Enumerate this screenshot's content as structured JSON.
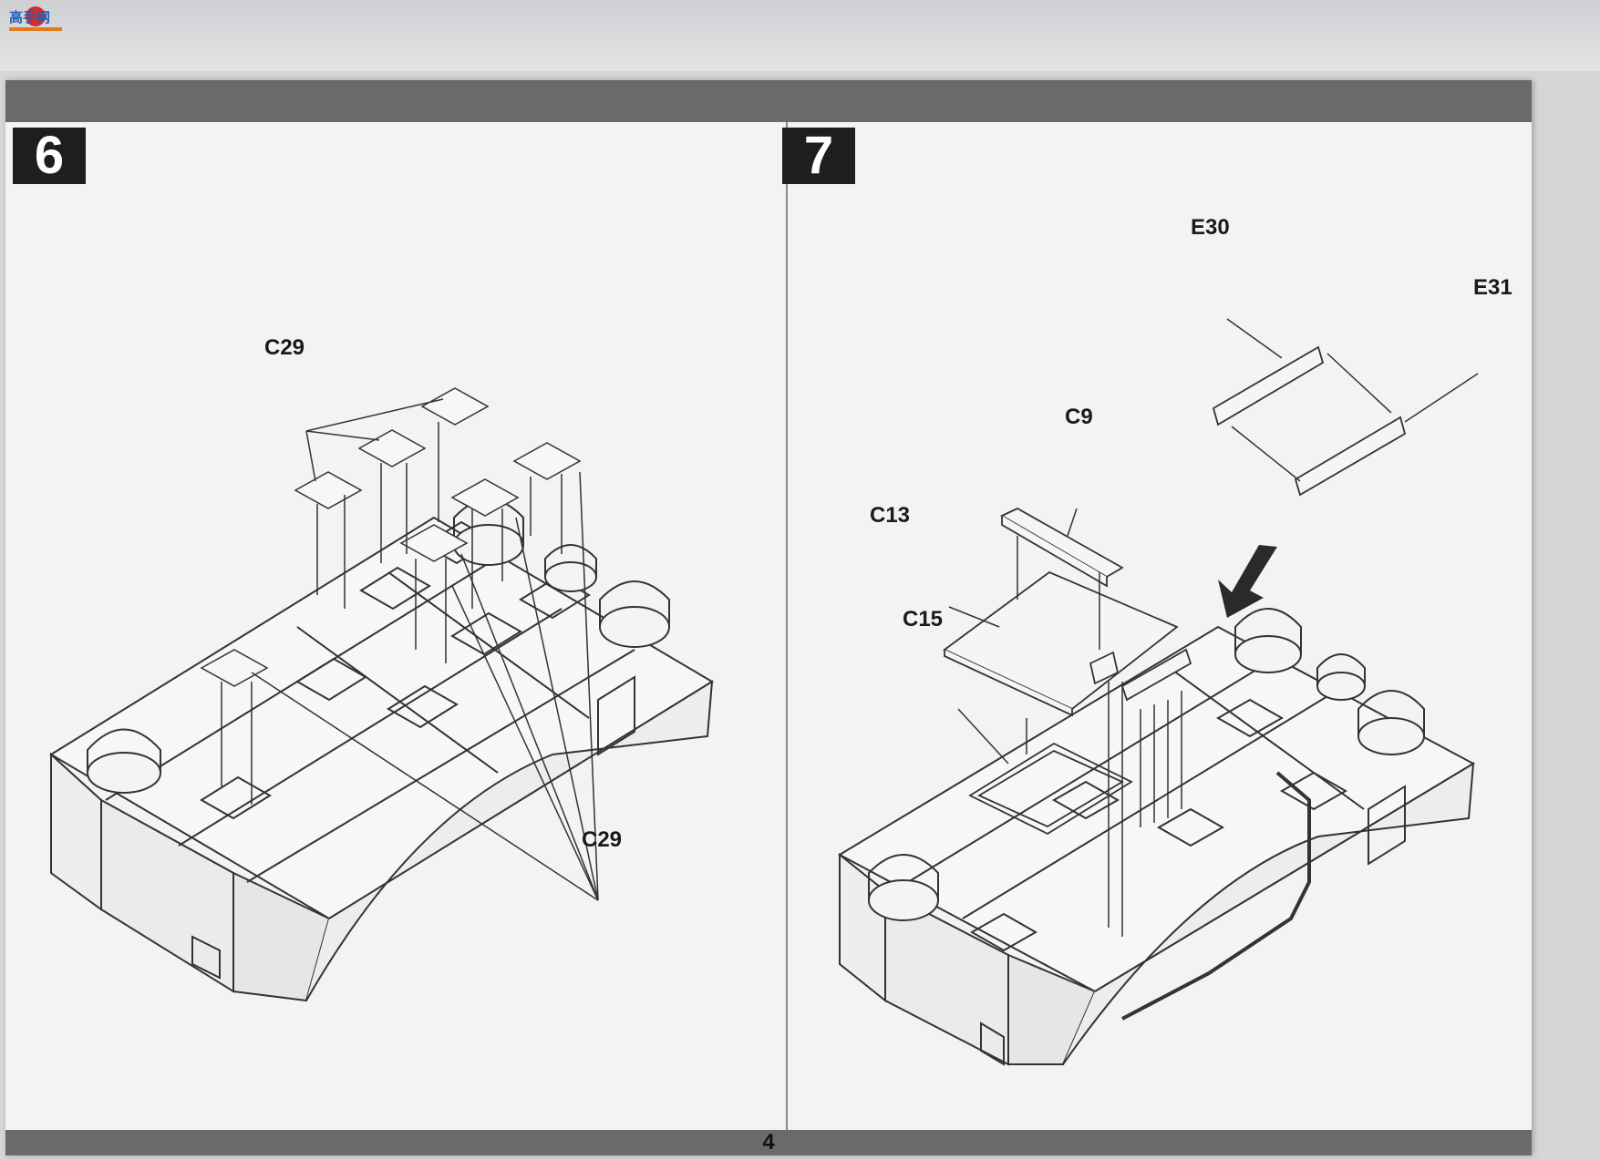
{
  "watermark": {
    "text": "高手网"
  },
  "page": {
    "number": "4"
  },
  "steps": [
    {
      "number": "6",
      "labels": [
        "C29",
        "C29"
      ]
    },
    {
      "number": "7",
      "labels": [
        "E30",
        "E31",
        "C9",
        "C13",
        "C15"
      ]
    }
  ],
  "colors": {
    "bar": "#6a6a6c",
    "step_box": "#1e1e1e",
    "paper": "#f3f3f5"
  }
}
